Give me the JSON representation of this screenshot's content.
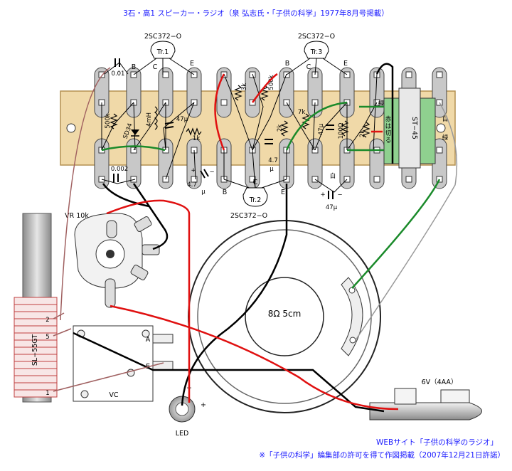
{
  "title": "3石・高1 スピーカー・ラジオ（泉 弘志氏・「子供の科学」1977年8月号掲載）",
  "footer": {
    "line1": "WEBサイト「子供の科学のラジオ」",
    "line2": "※「子供の科学」編集部の許可を得て作図掲載（2007年12月21日許諾）"
  },
  "transistors": {
    "tr1": {
      "name": "Tr.1",
      "part": "2SC372−O",
      "pins": [
        "E",
        "C",
        "B"
      ]
    },
    "tr2": {
      "name": "Tr.2",
      "part": "2SC372−O",
      "pins": [
        "B",
        "C",
        "E"
      ]
    },
    "tr3": {
      "name": "Tr.3",
      "part": "2SC372−O",
      "pins": [
        "B",
        "C",
        "E"
      ]
    }
  },
  "components": {
    "c_001": "0.01",
    "c_0002": "0.002",
    "r_500k_a": "500k",
    "sd34": "SD34",
    "l_4mh": "4mH",
    "c_47u_a": "47μ",
    "r_1k": "1k",
    "c_47_b": "4.7",
    "mu_b": "μ",
    "r_3k": "3k",
    "r_500k_b": "500k",
    "c_47_c": "4.7",
    "mu_c": "μ",
    "r_7k": "7k",
    "r_2k": "2k",
    "c_47u_d": "47μ",
    "r_100": "100Ω",
    "r_2k_b": "2k",
    "c_47u_e": "47μ",
    "plus_e": "+",
    "minus_e": "−",
    "plus_b": "+",
    "minus_b": "−"
  },
  "transformer": {
    "name": "ST−45",
    "wire_red_a": "赤",
    "wire_red_b": "は",
    "wire_red_c": "切",
    "wire_red_d": "る",
    "wire_green_left": "緑",
    "wire_white_right": "白",
    "wire_green_right": "緑",
    "wire_white_bottom": "白"
  },
  "vr": {
    "label": "VR 10k"
  },
  "coil": {
    "name": "SL−55GT",
    "pin2": "2",
    "pin5": "5",
    "pin1": "1"
  },
  "vc": {
    "label": "VC",
    "pin_a": "A",
    "pin_e": "E"
  },
  "speaker": {
    "label": "8Ω 5cm"
  },
  "led": {
    "label": "LED",
    "minus": "−",
    "plus": "+"
  },
  "battery": {
    "label": "6V（4AA）"
  },
  "colors": {
    "board": "#f0d9a8",
    "board_edge": "#b49050",
    "terminal": "#c8c8c8",
    "wire_red": "#e01010",
    "wire_green": "#1a8a2a",
    "wire_black": "#000000",
    "wire_brown": "#a06060",
    "transformer": "#8fd08f",
    "title_blue": "#1a1aff"
  }
}
